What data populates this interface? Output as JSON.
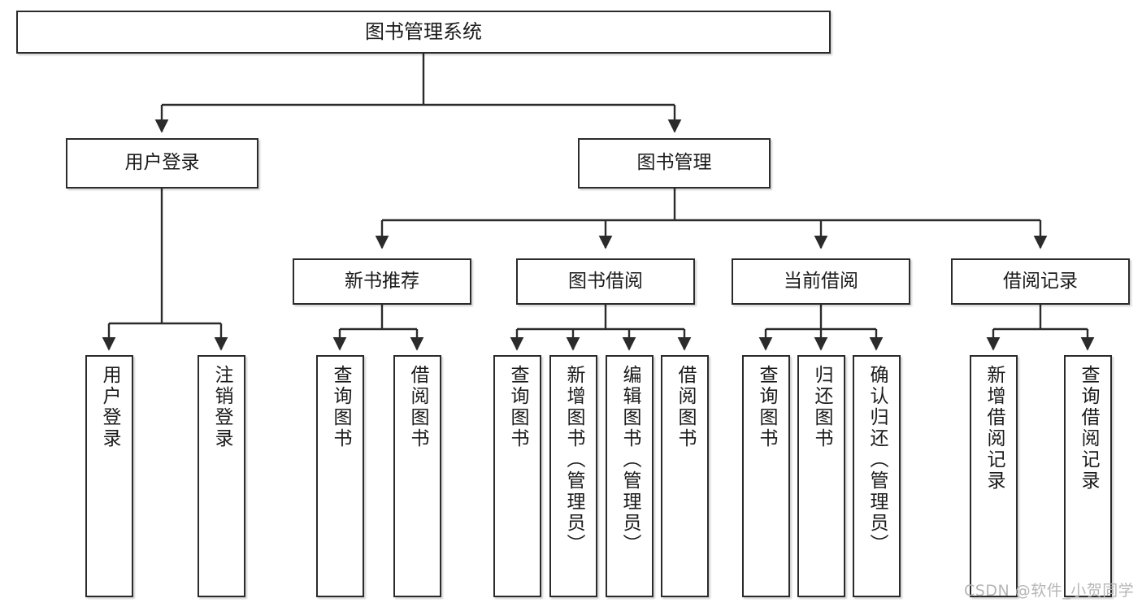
{
  "diagram": {
    "title": "图书管理系统",
    "root": {
      "label": "图书管理系统"
    },
    "level1": [
      {
        "label": "用户登录"
      },
      {
        "label": "图书管理"
      }
    ],
    "level2": [
      {
        "label": "新书推荐"
      },
      {
        "label": "图书借阅"
      },
      {
        "label": "当前借阅"
      },
      {
        "label": "借阅记录"
      }
    ],
    "leaves": {
      "user_login": [
        {
          "label": "用户登录"
        },
        {
          "label": "注销登录"
        }
      ],
      "new_book_rec": [
        {
          "label": "查询图书"
        },
        {
          "label": "借阅图书"
        }
      ],
      "book_borrow": [
        {
          "label": "查询图书"
        },
        {
          "label": "新增图书（管理员）"
        },
        {
          "label": "编辑图书（管理员）"
        },
        {
          "label": "借阅图书"
        }
      ],
      "current_borrow": [
        {
          "label": "查询图书"
        },
        {
          "label": "归还图书"
        },
        {
          "label": "确认归还（管理员）"
        }
      ],
      "borrow_record": [
        {
          "label": "新增借阅记录"
        },
        {
          "label": "查询借阅记录"
        }
      ]
    }
  },
  "watermark": {
    "text": "CSDN @软件_小贺同学"
  },
  "colors": {
    "stroke": "#2b2b2b",
    "fill": "#ffffff",
    "text": "#1a1a1a",
    "watermark": "#b6b6b6"
  }
}
